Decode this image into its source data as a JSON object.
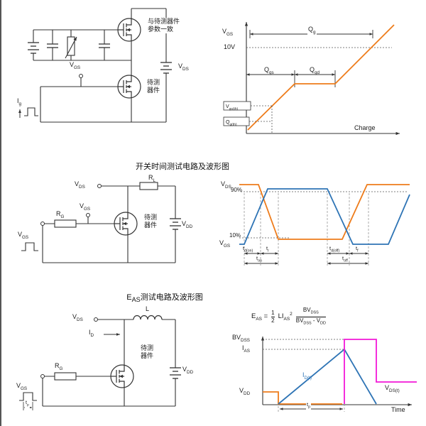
{
  "colors": {
    "wire": "#333333",
    "orange_trace": "#ee7c1b",
    "blue_trace": "#2e74b5",
    "magenta_trace": "#f318d8",
    "guide": "#555555"
  },
  "gate_charge": {
    "circuit": {
      "matched_device_note": "与待测器件参数一致",
      "vgs_label": "V~GS~",
      "vds_label": "V~DS~",
      "ig_label": "I~g~",
      "dut_label": "待测器件"
    },
    "waveform": {
      "y_axis_label": "V~GS~",
      "level_10v": "10V",
      "qg_label": "Q~g~",
      "qgs_label": "Q~gs~",
      "qgd_label": "Q~gd~",
      "vgs_th_label": "V~gs(th)~",
      "qg_th_label": "Q~g(th)~",
      "x_axis_label": "Charge"
    }
  },
  "switching": {
    "title": "开关时间测试电路及波形图",
    "circuit": {
      "vds_label": "V~DS~",
      "rl_label": "R~L~",
      "vgs_node_label": "V~GS~",
      "rg_label": "R~G~",
      "dut_label": "待测器件",
      "vdd_label": "V~DD~",
      "vgs_pulse_label": "V~GS~"
    },
    "waveform": {
      "vds_label": "V~DS~",
      "level_90": "90%",
      "level_10": "10%",
      "vgs_label": "V~GS~",
      "td_on_label": "t~d(on)~",
      "tr_label": "t~r~",
      "ton_label": "t~on~",
      "td_off_label": "t~d(off)~",
      "tf_label": "t~f~",
      "toff_label": "t~off~"
    }
  },
  "eas": {
    "title": "E~AS~测试电路及波形图",
    "circuit": {
      "vds_label": "V~DS~",
      "l_label": "L",
      "id_label": "I~D~",
      "rg_label": "R~G~",
      "dut_label": "待测器件",
      "vdd_label": "V~DD~",
      "vgs_label": "V~GS~",
      "tp_label": "t~p~"
    },
    "formula": {
      "lhs": "E~AS~ =",
      "half_num": "1",
      "half_den": "2",
      "coeff": "LI~AS~^2^",
      "num": "BV~DSS~",
      "den": "BV~DSS~ - V~DD~"
    },
    "waveform": {
      "bvdss_label": "BV~DSS~",
      "ias_label": "I~AS~",
      "id_label": "I~D(t)~",
      "vdd_label": "V~DD~",
      "vds_label": "V~DS(t)~",
      "tp_label": "t~p~",
      "time_label": "Time"
    }
  }
}
